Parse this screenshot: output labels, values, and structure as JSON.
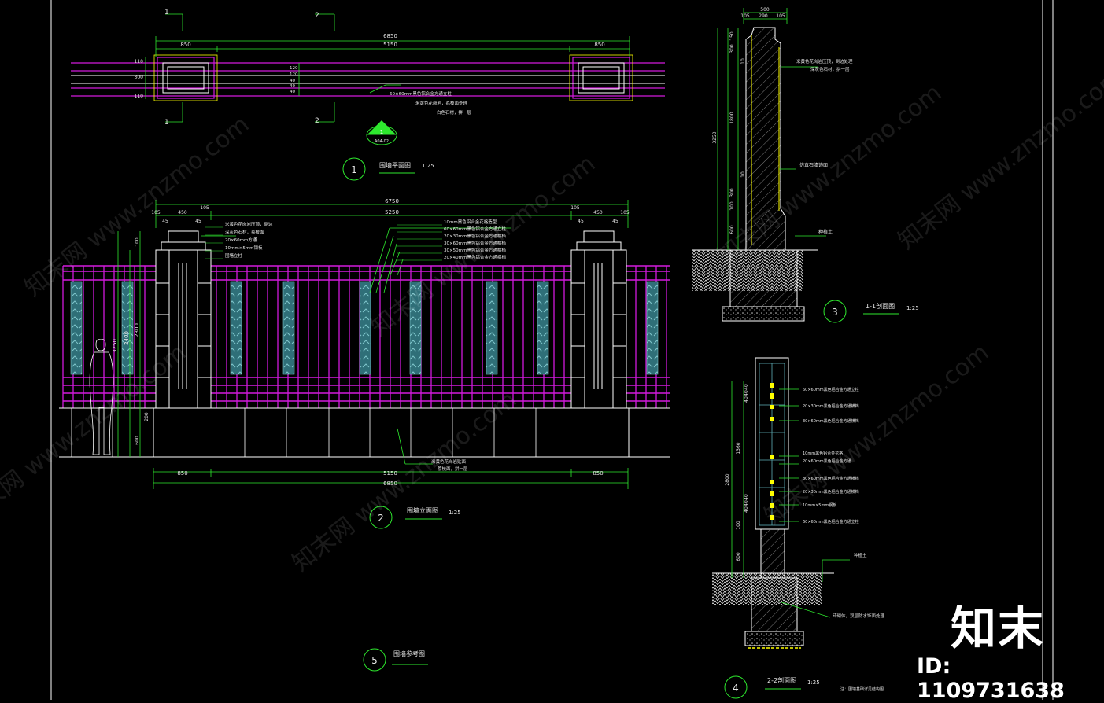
{
  "colors": {
    "bg": "#000000",
    "green": "#2ee82e",
    "yellow": "#ffff00",
    "magenta": "#d21adc",
    "white": "#ffffff",
    "cyan": "#5fb0b8",
    "gray": "#808080"
  },
  "plan": {
    "dim_total": "6850",
    "dim_inner": "5150",
    "dim_left": "850",
    "dim_right": "850",
    "section_1": "1",
    "section_2": "2",
    "note_1": "60×60mm黑色铝合金方通立柱",
    "note_2": "米黄色花岗岩，荔枝面处理",
    "note_3": "白色石材，拼一层",
    "side_dims": [
      "110",
      "300",
      "110"
    ],
    "mid_dims": [
      "120",
      "120",
      "40",
      "40",
      "40"
    ],
    "callout_num": "1",
    "callout_ref": "A04-02",
    "title_num": "1",
    "title": "围墙平面图",
    "scale": "1:25"
  },
  "elevation": {
    "dim_total": "6750",
    "dim_inner": "5250",
    "top_left": [
      "105",
      "450",
      "105"
    ],
    "top_left_sub": [
      "45",
      "45"
    ],
    "top_right": [
      "105",
      "450",
      "105"
    ],
    "top_right_sub": [
      "45",
      "45"
    ],
    "left_notes": [
      "米黄色花岗岩压顶，倒边",
      "深灰色石材，荔枝面",
      "20×60mm方通",
      "10mm×5mm钢板",
      "围墙立柱"
    ],
    "right_notes": [
      "10mm黑色铝合金花格造型",
      "60×60mm黑色铝合金方通立柱",
      "20×30mm黑色铝合金方通横档",
      "30×60mm黑色铝合金方通横档",
      "30×50mm黑色铝合金方通横档",
      "20×40mm黑色铝合金方通横档"
    ],
    "bottom_note_1": "米黄色花岗岩贴面",
    "bottom_note_2": "荔枝面，拼一层",
    "side_dims": [
      "3250",
      "2400",
      "2300",
      "100",
      "600",
      "200"
    ],
    "bottom_dims": [
      "850",
      "5150",
      "850"
    ],
    "bottom_total": "6850",
    "title_num": "2",
    "title": "围墙立面图",
    "scale": "1:25"
  },
  "section1": {
    "top_dims": [
      "500",
      "105",
      "290",
      "105"
    ],
    "left_dims": [
      "150",
      "300",
      "10",
      "1800",
      "3250",
      "10",
      "300",
      "100",
      "600"
    ],
    "notes": [
      "米黄色花岗岩压顶，倒边处理",
      "深灰色石材，拼一层",
      "仿真石漆饰面",
      "种植土"
    ],
    "title_num": "3",
    "title": "1-1剖面图",
    "scale": "1:25"
  },
  "section2": {
    "notes": [
      "60×60mm黑色铝合金方通立柱",
      "20×30mm黑色铝合金方通横档",
      "30×60mm黑色铝合金方通横档",
      "10mm黑色铝合金花格",
      "20×60mm黑色铝合金方通",
      "30×60mm黑色铝合金方通横档",
      "20×30mm黑色铝合金方通横档",
      "10mm×5mm钢板",
      "60×60mm黑色铝合金方通立柱",
      "种植土",
      "砖砌体，双层防水饰面处理"
    ],
    "left_dims": [
      "40",
      "40",
      "40",
      "1360",
      "2800",
      "40",
      "40",
      "40",
      "100",
      "600"
    ],
    "title_num": "4",
    "title": "2-2剖面图",
    "scale": "1:25",
    "footnote": "注：围墙基础详见结构图"
  },
  "reference": {
    "title_num": "5",
    "title": "围墙参考图"
  },
  "brand": {
    "logo": "知末",
    "id": "ID: 1109731638",
    "watermark": "知末网 www.znzmo.com"
  }
}
